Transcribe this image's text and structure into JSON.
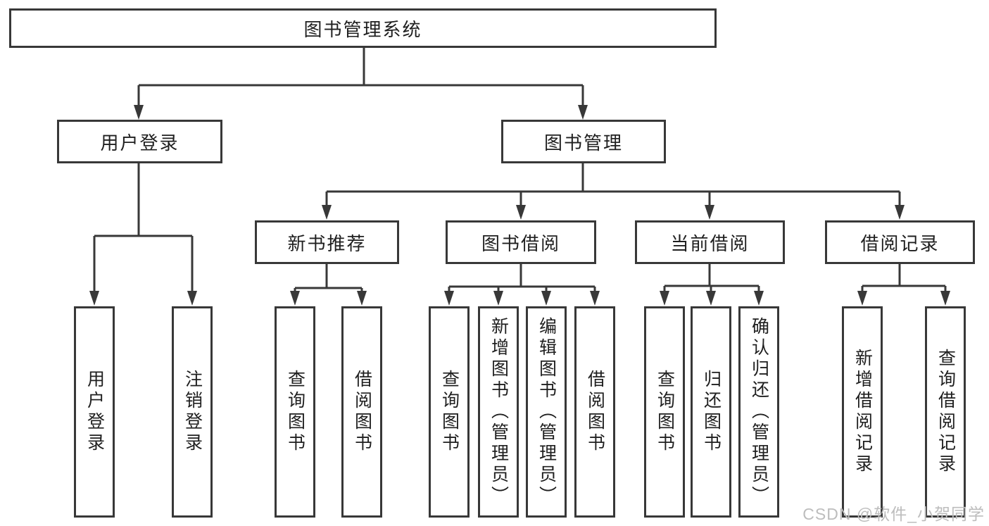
{
  "diagram": {
    "root": {
      "label": "图书管理系统"
    },
    "level2": [
      {
        "id": "user-login",
        "label": "用户登录"
      },
      {
        "id": "book-management",
        "label": "图书管理"
      }
    ],
    "level3": [
      {
        "id": "new-book-recommend",
        "label": "新书推荐"
      },
      {
        "id": "book-borrow",
        "label": "图书借阅"
      },
      {
        "id": "current-borrow",
        "label": "当前借阅"
      },
      {
        "id": "borrow-records",
        "label": "借阅记录"
      }
    ],
    "leaves": {
      "user_login": [
        "用户登录",
        "注销登录"
      ],
      "new_book": [
        "查询图书",
        "借阅图书"
      ],
      "borrow": [
        "查询图书",
        "新增图书（管理员）",
        "编辑图书（管理员）",
        "借阅图书"
      ],
      "current": [
        "查询图书",
        "归还图书",
        "确认归还（管理员）"
      ],
      "records": [
        "新增借阅记录",
        "查询借阅记录"
      ]
    }
  },
  "watermark": {
    "text": "CSDN @软件_小贺同学"
  },
  "colors": {
    "line": "#383838",
    "box_border": "#383838",
    "text": "#1f1f1f",
    "watermark": "#bdbdbd",
    "background": "#ffffff"
  }
}
